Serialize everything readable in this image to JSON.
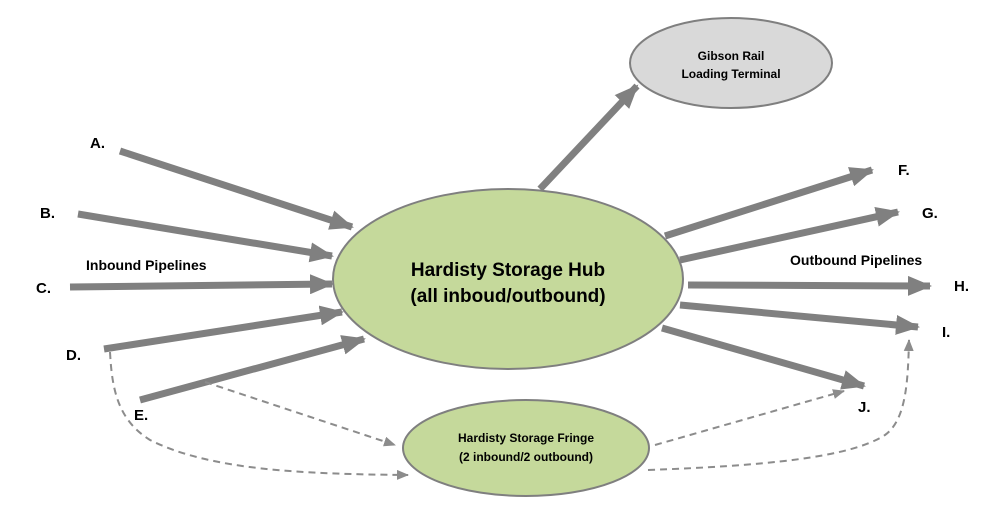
{
  "diagram": {
    "hub": {
      "line1": "Hardisty Storage Hub",
      "line2": "(all inboud/outbound)"
    },
    "rail": {
      "line1": "Gibson Rail",
      "line2": "Loading Terminal"
    },
    "fringe": {
      "line1": "Hardisty Storage Fringe",
      "line2": "(2 inbound/2 outbound)"
    },
    "captions": {
      "inbound": "Inbound Pipelines",
      "outbound": "Outbound Pipelines"
    },
    "inbound_labels": [
      "A.",
      "B.",
      "C.",
      "D.",
      "E."
    ],
    "outbound_labels": [
      "F.",
      "G.",
      "H.",
      "I.",
      "J."
    ],
    "colors": {
      "hub_fill": "#c5d99b",
      "rail_fill": "#d9d9d9",
      "arrow": "#808080",
      "dashed": "#8c8c8c"
    }
  }
}
